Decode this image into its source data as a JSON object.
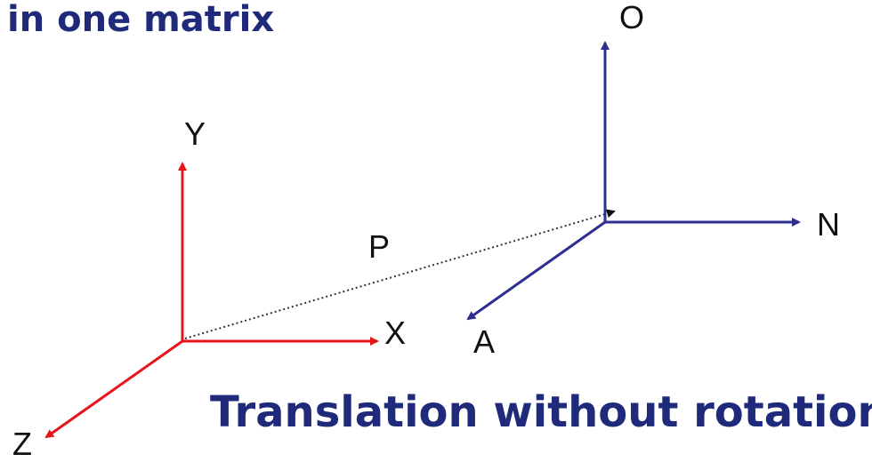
{
  "headings": {
    "top": "in one matrix",
    "bottom": "Translation without rotation"
  },
  "frames": {
    "reference": {
      "axes": [
        "X",
        "Y",
        "Z"
      ],
      "color": "#e8141b"
    },
    "translated": {
      "axes": [
        "N",
        "O",
        "A"
      ],
      "color": "#2e2e91"
    }
  },
  "vector": {
    "label": "P",
    "style": "dotted",
    "color": "#333333"
  }
}
